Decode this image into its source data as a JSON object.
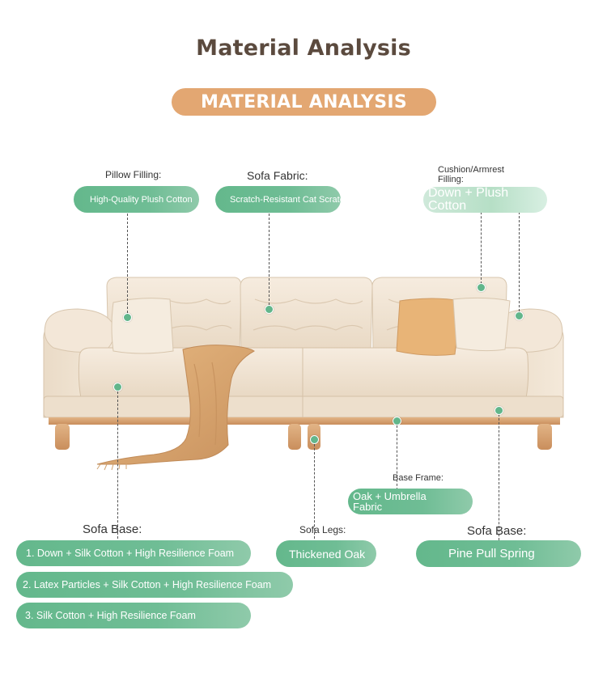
{
  "title": "Material Analysis",
  "banner": "MATERIAL ANALYSIS",
  "annotations": {
    "pillow": {
      "label": "Pillow Filling:",
      "value": "High-Quality Plush Cotton"
    },
    "fabric": {
      "label": "Sofa Fabric:",
      "value": "Scratch-Resistant Cat Scratching Fabric"
    },
    "cushion": {
      "label": "Cushion/Armrest Filling:",
      "value": "Down + Plush Cotton"
    },
    "base_left": {
      "label": "Sofa Base:",
      "options": [
        "1. Down + Silk Cotton + High Resilience Foam",
        "2. Latex Particles + Silk Cotton + High Resilience Foam",
        "3. Silk Cotton + High Resilience Foam"
      ]
    },
    "legs": {
      "label": "Sofa Legs:",
      "value": "Thickened Oak"
    },
    "frame": {
      "label": "Base Frame:",
      "value": "Oak + Umbrella Fabric"
    },
    "base_right": {
      "label": "Sofa Base:",
      "value": "Pine Pull Spring"
    }
  },
  "colors": {
    "accent_green": "#64b88c",
    "banner_orange": "#e3a772",
    "title_brown": "#5b4a3e",
    "sofa_cream": "#f1e4d2",
    "wood": "#dba77a"
  }
}
